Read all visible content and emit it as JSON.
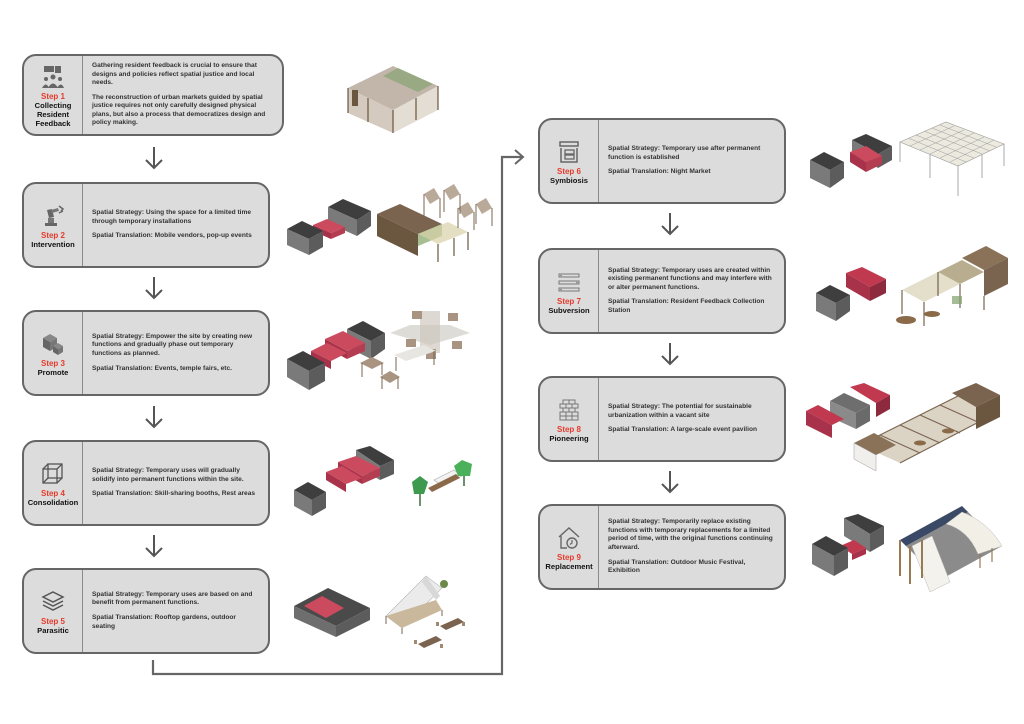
{
  "steps": [
    {
      "step": "Step 1",
      "name_lines": [
        "Collecting",
        "Resident",
        "Feedback"
      ],
      "icon": "people-feedback-icon",
      "paragraphs": [
        "Gathering resident feedback is crucial to ensure that designs and policies reflect spatial justice and local needs.",
        "The reconstruction of urban markets guided by spatial justice requires not only carefully designed physical plans, but also a process that democratizes design and policy making."
      ]
    },
    {
      "step": "Step 2",
      "name_lines": [
        "Intervention"
      ],
      "icon": "robot-arm-icon",
      "paragraphs": [
        "Spatial Strategy: Using the space for a limited time through temporary installations",
        "Spatial Translation: Mobile vendors, pop-up events"
      ]
    },
    {
      "step": "Step 3",
      "name_lines": [
        "Promote"
      ],
      "icon": "cubes-icon",
      "paragraphs": [
        "Spatial Strategy: Empower the site by creating new functions and gradually phase out temporary functions as planned.",
        "Spatial Translation: Events, temple fairs, etc."
      ]
    },
    {
      "step": "Step 4",
      "name_lines": [
        "Consolidation"
      ],
      "icon": "wireframe-cube-icon",
      "paragraphs": [
        "Spatial Strategy: Temporary uses will gradually solidify into permanent functions within the site.",
        "Spatial Translation: Skill-sharing booths, Rest areas"
      ]
    },
    {
      "step": "Step 5",
      "name_lines": [
        "Parasitic"
      ],
      "icon": "layers-icon",
      "paragraphs": [
        "Spatial Strategy: Temporary uses are based on and benefit from permanent functions.",
        "Spatial Translation: Rooftop gardens, outdoor seating"
      ]
    },
    {
      "step": "Step 6",
      "name_lines": [
        "Symbiosis"
      ],
      "icon": "nested-boxes-icon",
      "paragraphs": [
        "Spatial Strategy: Temporary use after permanent function is established",
        "Spatial Translation: Night Market"
      ]
    },
    {
      "step": "Step 7",
      "name_lines": [
        "Subversion"
      ],
      "icon": "stacked-bars-icon",
      "paragraphs": [
        "Spatial Strategy: Temporary uses are created within existing permanent functions and may interfere with or alter permanent functions.",
        "Spatial Translation: Resident Feedback Collection Station"
      ]
    },
    {
      "step": "Step 8",
      "name_lines": [
        "Pioneering"
      ],
      "icon": "brick-wall-icon",
      "paragraphs": [
        "Spatial Strategy: The potential for sustainable urbanization within a vacant site",
        "Spatial Translation: A large-scale event pavilion"
      ]
    },
    {
      "step": "Step 9",
      "name_lines": [
        "Replacement"
      ],
      "icon": "house-clock-icon",
      "paragraphs": [
        "Spatial Strategy: Temporarily replace existing functions with temporary replacements for a limited period of time, with the original functions continuing afterward.",
        "Spatial Translation: Outdoor Music Festival, Exhibition"
      ]
    }
  ],
  "colors": {
    "step_label": "#e53b2c",
    "card_bg": "#dcdcdc",
    "card_border": "#666666",
    "permanent_building": "#6e6e6e",
    "temporary_block": "#c0394f",
    "timber": "#7a6450"
  }
}
